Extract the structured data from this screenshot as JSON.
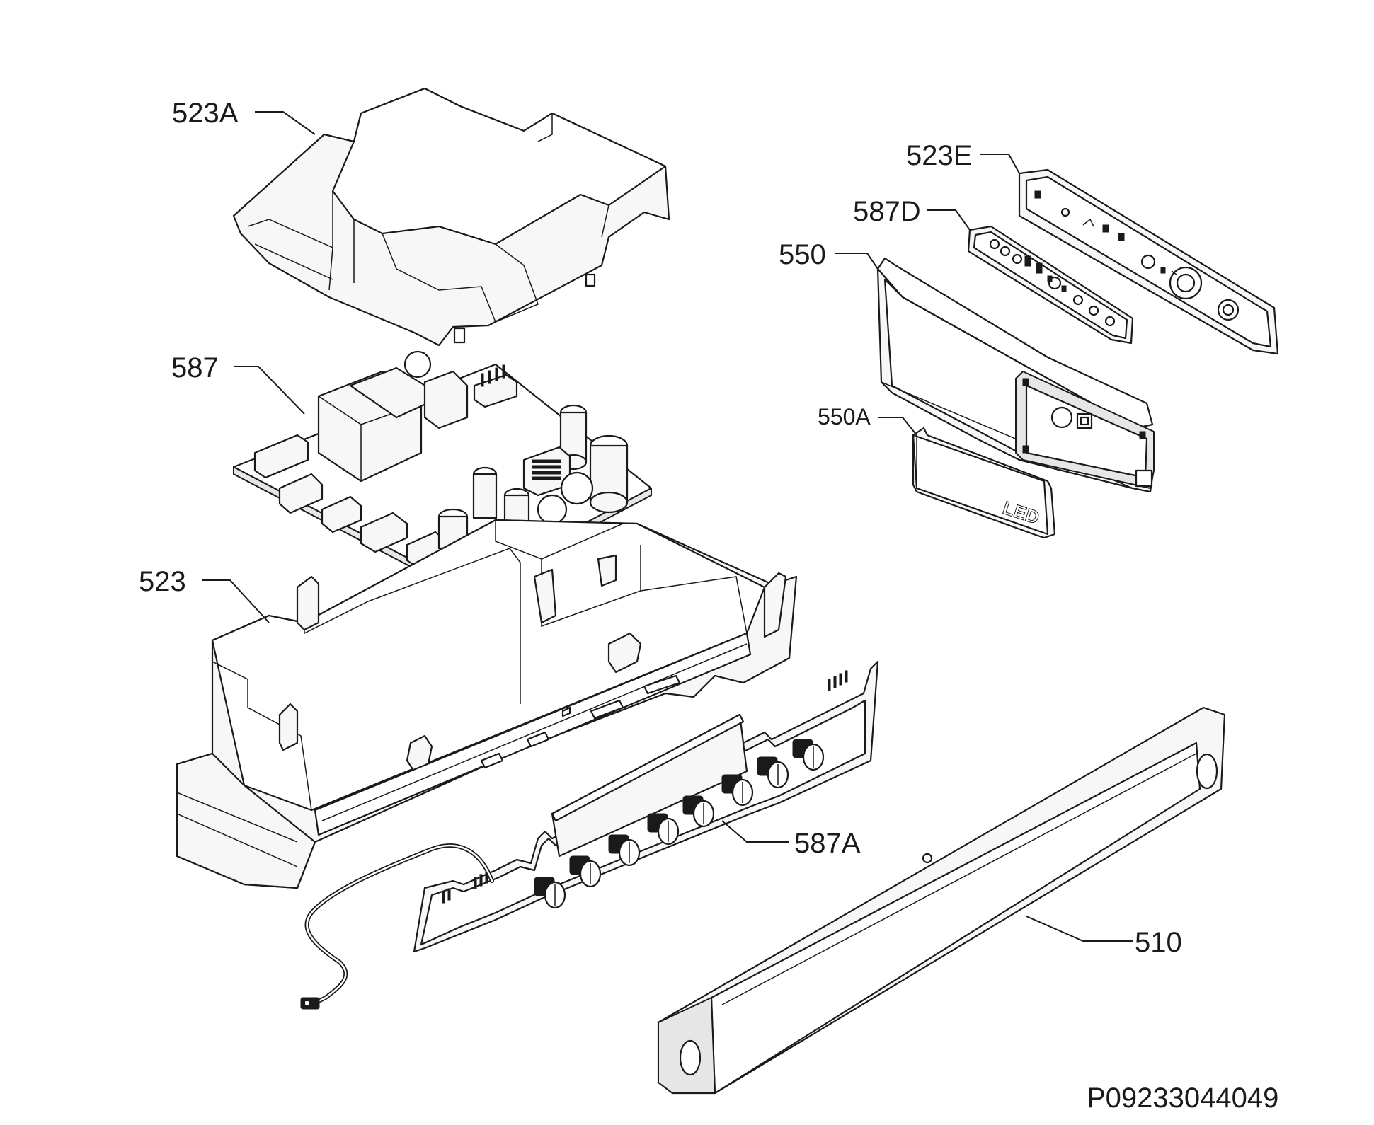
{
  "parts": [
    {
      "id": "523A",
      "label": "523A"
    },
    {
      "id": "523E",
      "label": "523E"
    },
    {
      "id": "587D",
      "label": "587D"
    },
    {
      "id": "550",
      "label": "550"
    },
    {
      "id": "587",
      "label": "587"
    },
    {
      "id": "550A",
      "label": "550A"
    },
    {
      "id": "523",
      "label": "523"
    },
    {
      "id": "587A",
      "label": "587A"
    },
    {
      "id": "510",
      "label": "510"
    }
  ],
  "led_marking": "LED",
  "drawing_number": "P09233044049"
}
